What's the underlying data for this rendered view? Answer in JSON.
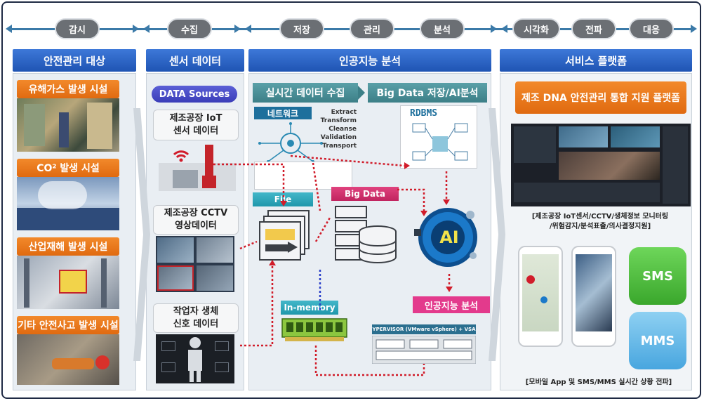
{
  "stages": [
    "감시",
    "수집",
    "저장",
    "관리",
    "분석",
    "시각화",
    "전파",
    "대응"
  ],
  "columns": {
    "targets": "안전관리 대상",
    "sensor": "센서 데이터",
    "ai": "인공지능 분석",
    "service": "서비스 플랫폼"
  },
  "facilities": [
    "유해가스 발생 시설",
    "CO² 발생 시설",
    "산업재해 발생 시설",
    "기타 안전사고 발생 시설"
  ],
  "data_sources": {
    "title": "DATA Sources",
    "iot": "제조공장 IoT\n센서 데이터",
    "cctv": "제조공장 CCTV\n영상데이터",
    "bio": "작업자 생체\n신호 데이터"
  },
  "ai_panel": {
    "realtime": "실시간 데이터 수집",
    "bigdata_store": "Big Data 저장/AI분석",
    "network": "네트워크",
    "etl": [
      "Extract",
      "Transform",
      "Cleanse",
      "Validation",
      "Transport"
    ],
    "rdbms": "RDBMS",
    "file": "File",
    "big_data": "Big Data",
    "in_memory": "In-memory",
    "hypervisor": "HYPERVISOR (VMware vSphere) + VSAN",
    "ai_badge": "AI",
    "ai_label": "인공지능 분석"
  },
  "service": {
    "platform_title": "제조 DNA 안전관리 통합 지원 플랫폼",
    "dashboard_caption": "[제조공장 IoT센서/CCTV/생체정보 모니터링\n/위험감지/분석표출/의사결정지원]",
    "sms": "SMS",
    "mms": "MMS",
    "mobile_caption": "[모바일 App 및 SMS/MMS 실시간 상황 전파]"
  },
  "colors": {
    "header_blue": "#2a63c4",
    "orange": "#e8781c",
    "teal": "#3c7f87",
    "magenta": "#e33a8c",
    "sms_green": "#4cbf3a",
    "mms_blue": "#5ab4e6",
    "arrow_red": "#d11c2a"
  }
}
